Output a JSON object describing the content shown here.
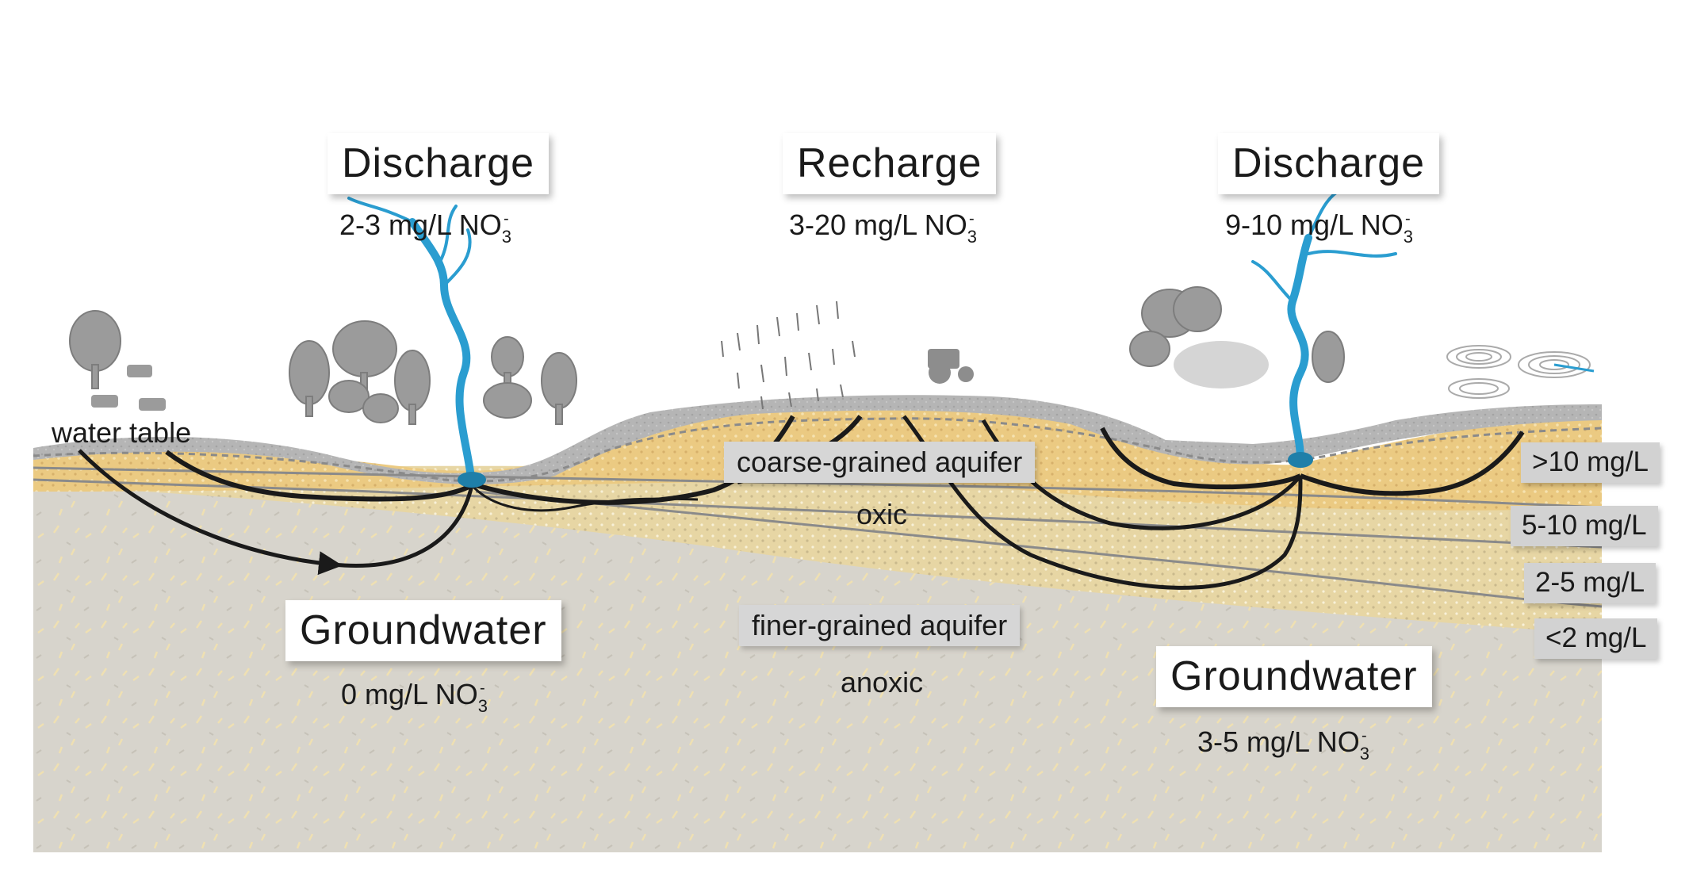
{
  "zones": {
    "discharge_left": {
      "title": "Discharge",
      "conc_value": "2-3 mg/L NO",
      "sub": "3",
      "sup": "-"
    },
    "recharge": {
      "title": "Recharge",
      "conc_value": "3-20 mg/L NO",
      "sub": "3",
      "sup": "-"
    },
    "discharge_right": {
      "title": "Discharge",
      "conc_value": "9-10 mg/L NO",
      "sub": "3",
      "sup": "-"
    },
    "groundwater_left": {
      "title": "Groundwater",
      "conc_value": "0 mg/L NO",
      "sub": "3",
      "sup": "-"
    },
    "groundwater_right": {
      "title": "Groundwater",
      "conc_value": "3-5 mg/L NO",
      "sub": "3",
      "sup": "-"
    }
  },
  "labels": {
    "water_table": "water table",
    "coarse_aquifer": "coarse-grained aquifer",
    "oxic": "oxic",
    "finer_aquifer": "finer-grained aquifer",
    "anoxic": "anoxic"
  },
  "legend": [
    ">10 mg/L",
    "5-10 mg/L",
    "2-5 mg/L",
    "<2 mg/L"
  ],
  "colors": {
    "background": "#ffffff",
    "deep_aquifer": "#d7d4cc",
    "oxic_layer": "#e7d6a4",
    "upper_layer": "#ebca82",
    "surface_soil": "#b5b5b5",
    "stream": "#2a9dd0",
    "flow_line": "#1a1a1a",
    "label_box": "#d6d6d6",
    "tree": "#9b9b9b"
  },
  "icons": [
    "tree-icon",
    "cow-icon",
    "tractor-icon",
    "crop-rows-icon",
    "center-pivot-irrigation-icon",
    "stream-icon"
  ]
}
